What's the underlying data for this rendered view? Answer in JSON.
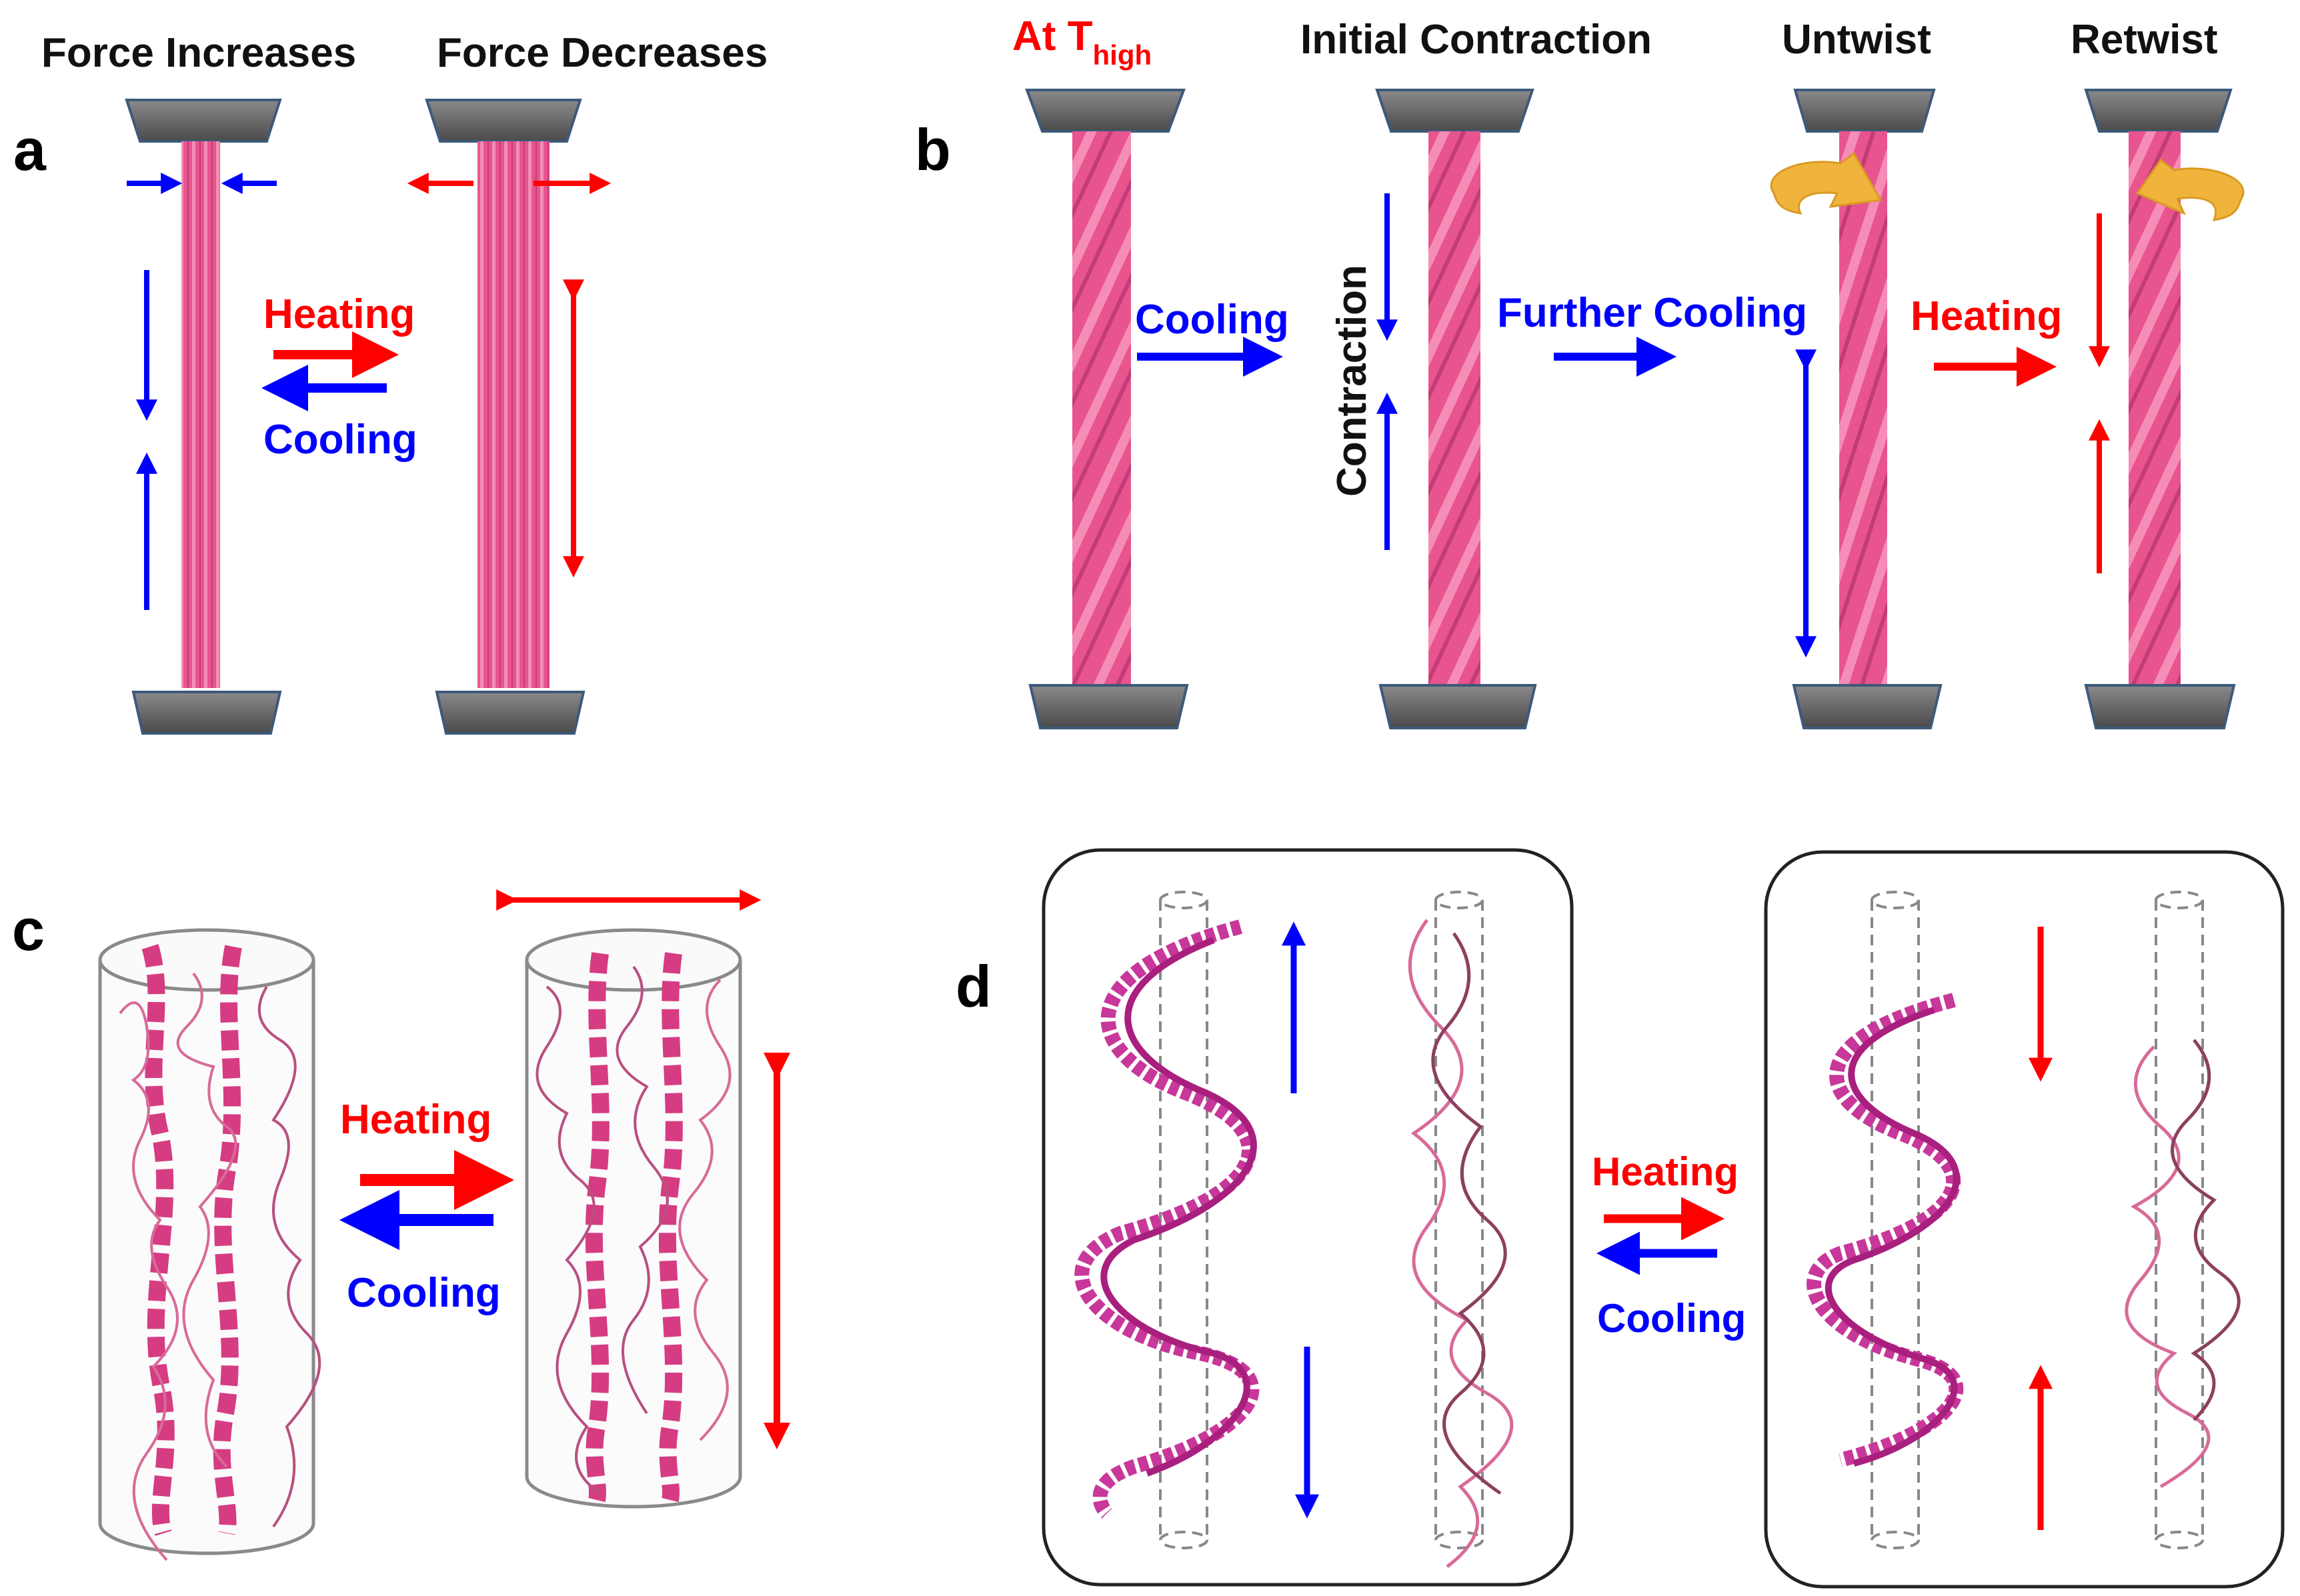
{
  "panels": {
    "a": {
      "letter": "a",
      "title_left": "Force Increases",
      "title_right": "Force Decreases",
      "heating": "Heating",
      "cooling": "Cooling"
    },
    "b": {
      "letter": "b",
      "title_1_main": "At T",
      "title_1_sub": "high",
      "title_2": "Initial Contraction",
      "title_3": "Untwist",
      "title_4": "Retwist",
      "cooling": "Cooling",
      "contraction": "Contraction",
      "further_cooling": "Further Cooling",
      "heating": "Heating"
    },
    "c": {
      "letter": "c",
      "heating": "Heating",
      "cooling": "Cooling"
    },
    "d": {
      "letter": "d",
      "heating": "Heating",
      "cooling": "Cooling"
    }
  },
  "colors": {
    "fiber": "#e8548e",
    "fiber_dark": "#c23c76",
    "clamp": "#5a5a5a",
    "heating": "#ff0000",
    "cooling": "#0000ff",
    "twist_arrow": "#f0b43c"
  }
}
